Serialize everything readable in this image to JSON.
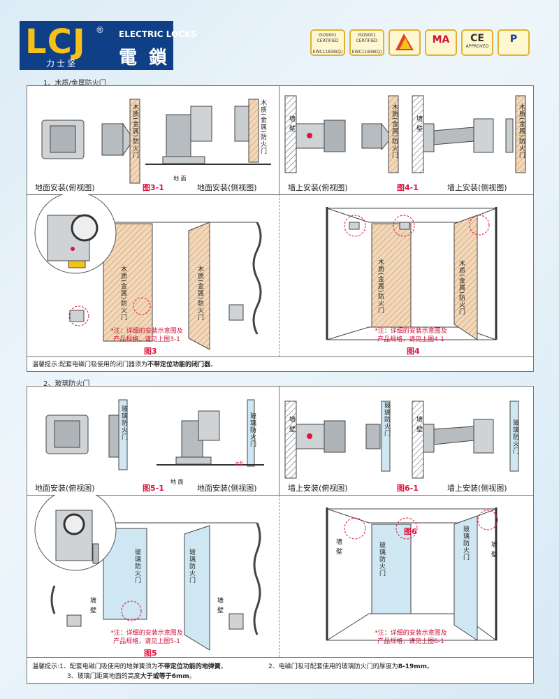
{
  "brand": {
    "logo_text": "LCJ",
    "registered": "®",
    "chinese_name": "力士坚",
    "product_en": "ELECTRIC LOCKS",
    "product_cn": "電 鎖"
  },
  "certifications": [
    {
      "icon": "iso9001-cert-icon",
      "lines": [
        "ISO9001",
        "CERTIFIED",
        "EWC11838(Q)"
      ]
    },
    {
      "icon": "iso9001-cert-icon",
      "lines": [
        "ISO9001",
        "CERTIFIED",
        "EWC11838(Q)"
      ]
    },
    {
      "icon": "china-quality-icon",
      "lines": [
        ""
      ]
    },
    {
      "icon": "cma-icon",
      "lines": [
        "MA"
      ]
    },
    {
      "icon": "ce-icon",
      "lines": [
        "CE",
        "APPROVED"
      ]
    },
    {
      "icon": "patent-icon",
      "lines": [
        "P"
      ]
    }
  ],
  "section1": {
    "heading": "1、木质/金属防火门",
    "door_label": "木质(金属)防火门",
    "ground_label": "地 面",
    "wall_label": "墙 壁",
    "floor_top": "地面安装(俯视图)",
    "fig31": "图3-1",
    "floor_side": "地面安装(侧视图)",
    "wall_top": "墙上安装(俯视图)",
    "fig41": "图4-1",
    "wall_side": "墙上安装(侧视图)",
    "note_a": "*注：详细的安装示意图及",
    "note_b3": "产品规格，请见上图3-1",
    "fig3": "图3",
    "note_b4": "产品规格，请见上图4-1",
    "fig4": "图4",
    "tip_prefix": "温馨提示:配套电磁门吸使用的闭门器须为",
    "tip_bold": "不带定位功能的闭门器",
    "tip_suffix": "。"
  },
  "section2": {
    "heading": "2、玻璃防火门",
    "door_label": "玻璃防火门",
    "ground_label": "地 面",
    "wall_label": "墙 壁",
    "gap_label": "≥6",
    "floor_top": "地面安装(俯视图)",
    "fig51": "图5-1",
    "floor_side": "地面安装(侧视图)",
    "wall_top": "墙上安装(俯视图)",
    "fig61": "图6-1",
    "wall_side": "墙上安装(侧视图)",
    "note_a": "*注：详细的安装示意图及",
    "note_b5": "产品规格，请见上图5-1",
    "fig5": "图5",
    "note_b6": "产品规格，请见上图6-1",
    "fig6": "图6",
    "tip1_prefix": "温馨提示:1、配套电磁门吸使用的地弹簧须为",
    "tip1_bold": "不带定位功能的地弹簧",
    "tip1_suffix": "。",
    "tip2_prefix": "2、电磁门吸可配套使用的玻璃防火门的厚度为",
    "tip2_bold": "8-19mm",
    "tip2_suffix": "。",
    "tip3_prefix": "3、玻璃门距离地面的高度",
    "tip3_bold": "大于或等于6mm",
    "tip3_suffix": "。"
  },
  "colors": {
    "accent_red": "#e0143c",
    "logo_blue": "#0f3f86",
    "logo_yellow": "#f6c21a",
    "door_fill": "#f2d7b8",
    "glass_fill": "#cfe7f2"
  }
}
